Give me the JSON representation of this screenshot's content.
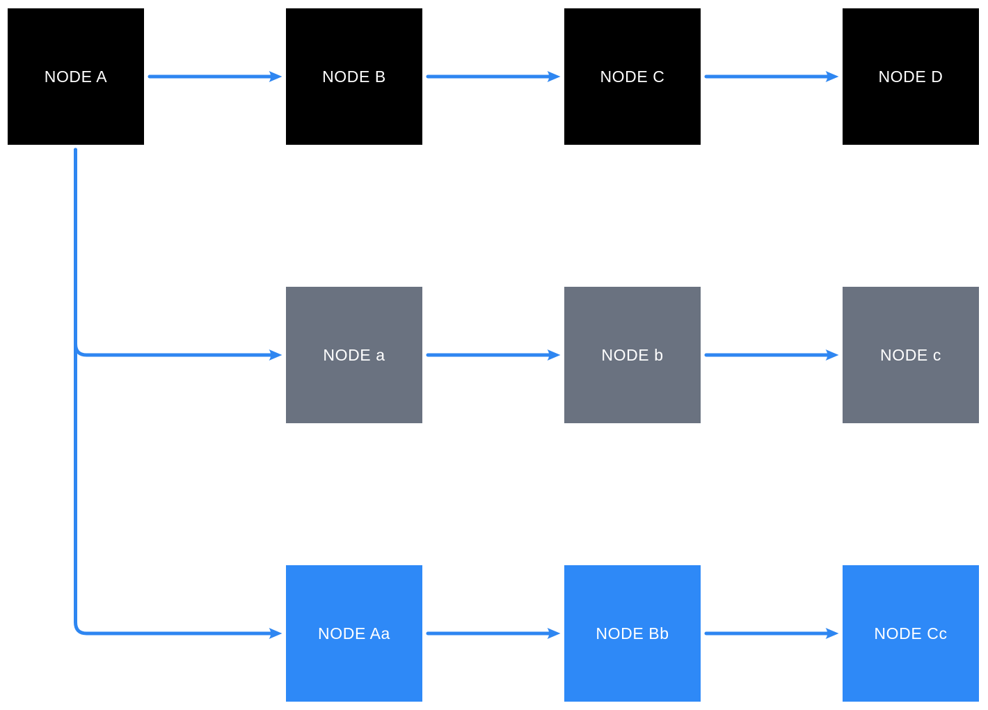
{
  "diagram": {
    "colors": {
      "node_black": "#000000",
      "node_gray": "#6A7280",
      "node_blue": "#2E89F7",
      "arrow_blue": "#2E86F1",
      "label_text": "#FFFFFF",
      "canvas_background": "#FFFFFF"
    },
    "nodes": [
      {
        "id": "node-a",
        "label": "NODE A",
        "variant": "black",
        "row": 1,
        "col": 1
      },
      {
        "id": "node-b",
        "label": "NODE B",
        "variant": "black",
        "row": 1,
        "col": 2
      },
      {
        "id": "node-c",
        "label": "NODE C",
        "variant": "black",
        "row": 1,
        "col": 3
      },
      {
        "id": "node-d",
        "label": "NODE D",
        "variant": "black",
        "row": 1,
        "col": 4
      },
      {
        "id": "node-a-lower",
        "label": "NODE a",
        "variant": "gray",
        "row": 2,
        "col": 2
      },
      {
        "id": "node-b-lower",
        "label": "NODE b",
        "variant": "gray",
        "row": 2,
        "col": 3
      },
      {
        "id": "node-c-lower",
        "label": "NODE c",
        "variant": "gray",
        "row": 2,
        "col": 4
      },
      {
        "id": "node-aa",
        "label": "NODE Aa",
        "variant": "blue",
        "row": 3,
        "col": 2
      },
      {
        "id": "node-bb",
        "label": "NODE Bb",
        "variant": "blue",
        "row": 3,
        "col": 3
      },
      {
        "id": "node-cc",
        "label": "NODE Cc",
        "variant": "blue",
        "row": 3,
        "col": 4
      }
    ],
    "edges": [
      {
        "from": "NODE A",
        "to": "NODE B",
        "shape": "straight"
      },
      {
        "from": "NODE B",
        "to": "NODE C",
        "shape": "straight"
      },
      {
        "from": "NODE C",
        "to": "NODE D",
        "shape": "straight"
      },
      {
        "from": "NODE A",
        "to": "NODE a",
        "shape": "elbow"
      },
      {
        "from": "NODE a",
        "to": "NODE b",
        "shape": "straight"
      },
      {
        "from": "NODE b",
        "to": "NODE c",
        "shape": "straight"
      },
      {
        "from": "NODE A",
        "to": "NODE Aa",
        "shape": "elbow"
      },
      {
        "from": "NODE Aa",
        "to": "NODE Bb",
        "shape": "straight"
      },
      {
        "from": "NODE Bb",
        "to": "NODE Cc",
        "shape": "straight"
      }
    ]
  }
}
